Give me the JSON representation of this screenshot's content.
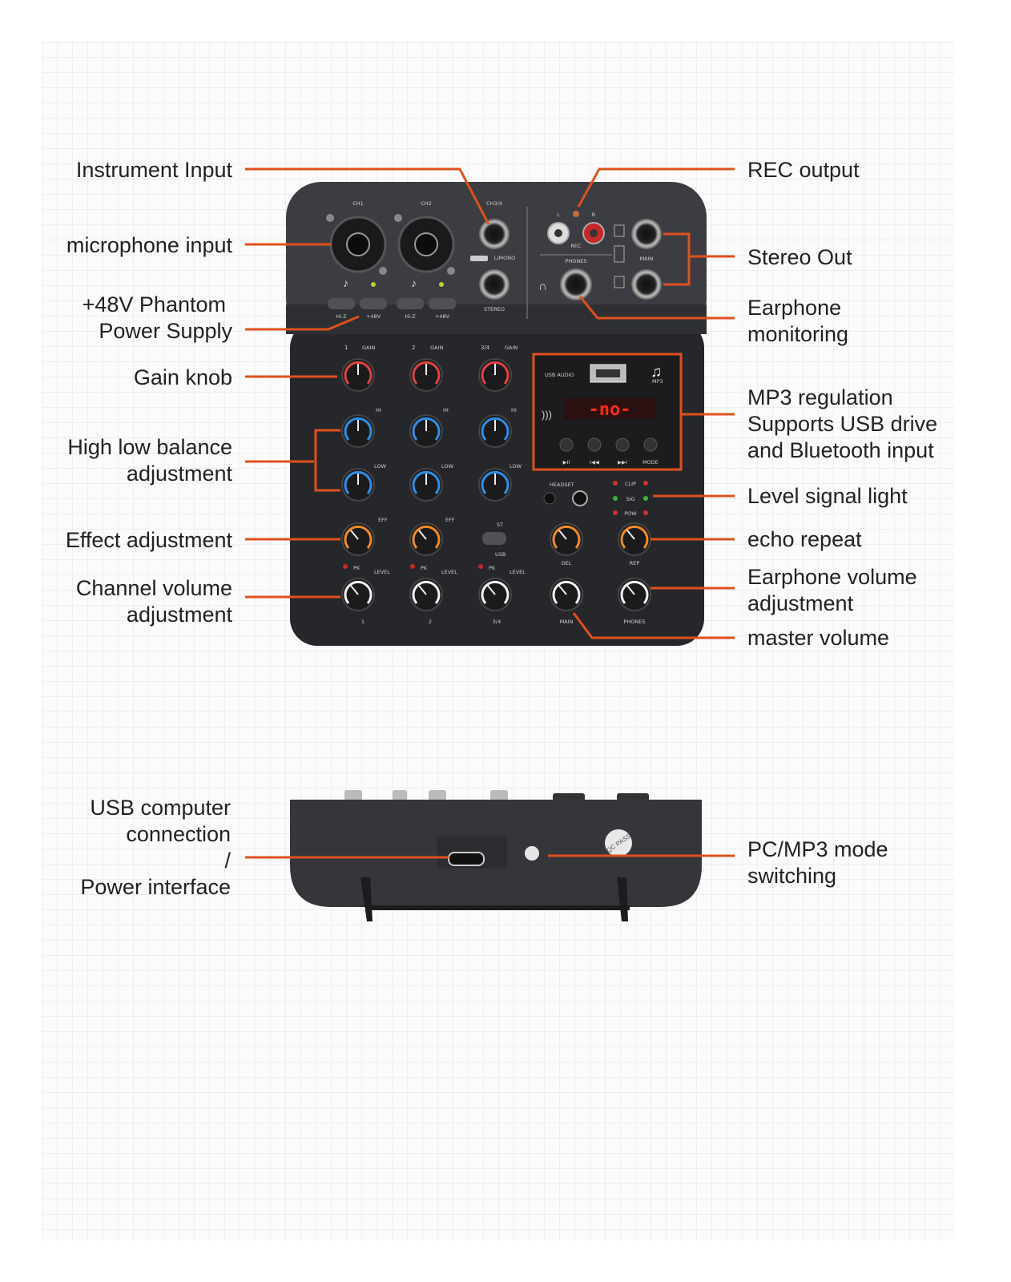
{
  "callouts": {
    "instrument_input": "Instrument Input",
    "microphone_input": "microphone input",
    "phantom_power": [
      "+48V Phantom",
      "Power Supply"
    ],
    "gain_knob": "Gain knob",
    "high_low_balance": [
      "High low balance",
      "adjustment"
    ],
    "effect_adjustment": "Effect adjustment",
    "channel_volume": [
      "Channel volume",
      "adjustment"
    ],
    "rec_output": "REC output",
    "stereo_out": "Stereo Out",
    "earphone_monitoring": [
      "Earphone",
      "monitoring"
    ],
    "mp3_regulation": [
      "MP3 regulation",
      "Supports USB drive",
      "and Bluetooth input"
    ],
    "level_signal_light": "Level signal light",
    "echo_repeat": "echo repeat",
    "earphone_volume": [
      "Earphone volume",
      "adjustment"
    ],
    "master_volume": "master volume",
    "usb_connection": [
      "USB computer",
      "connection",
      "/",
      "Power interface"
    ],
    "pc_mp3_switch": [
      "PC/MP3 mode",
      "switching"
    ]
  },
  "panel": {
    "ch1": "CH1",
    "ch2": "CH2",
    "ch34": "CH3/4",
    "l": "L",
    "r": "R",
    "rec": "REC",
    "phones": "PHONES",
    "main": "MAIN",
    "l_mono": "L/MONO",
    "stereo": "STEREO",
    "hiz": "Hi-Z",
    "p48": "+48V",
    "gain": "GAIN",
    "hi": "HI",
    "low": "LOW",
    "eff": "EFF",
    "level": "LEVEL",
    "pk": "PK",
    "st": "ST",
    "usb": "USB",
    "usb_audio": "USB AUDIO",
    "mp3": "MP3",
    "display": "-no-",
    "play": "▶II",
    "prev": "I◀◀",
    "next": "▶▶I",
    "mode": "MODE",
    "headset": "HEADSET",
    "clip": "CLIP",
    "sig": "SIG",
    "pow": "POW",
    "del": "DEL",
    "rep": "REP",
    "ch_num_1": "1",
    "ch_num_2": "2",
    "ch_num_34": "3/4",
    "qc_pass": "QC PASS"
  },
  "colors": {
    "accent": "#e0501e",
    "device_body": "#26272b",
    "top_panel": "#3c3d42",
    "gain_ring": "#e04242",
    "eq_ring": "#2f8fe8",
    "eff_ring": "#ef8a2a",
    "level_ring": "#f2f2f2",
    "led_display": "#ff2a1a"
  }
}
